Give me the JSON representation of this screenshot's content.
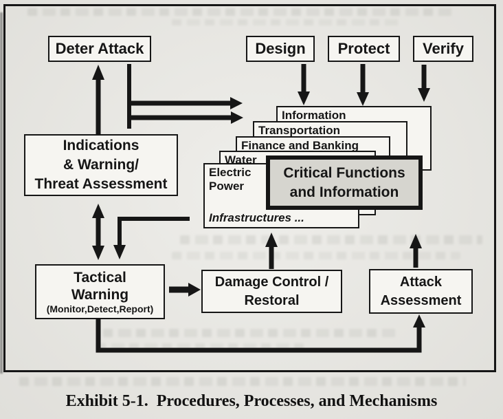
{
  "page": {
    "caption": "Exhibit 5-1.  Procedures, Processes, and Mechanisms"
  },
  "boxes": {
    "deter_attack": "Deter Attack",
    "design": "Design",
    "protect": "Protect",
    "verify": "Verify",
    "indications_warning": {
      "line1": "Indications",
      "line2": "& Warning/",
      "line3": "Threat Assessment"
    },
    "tactical_warning": {
      "line1": "Tactical",
      "line2": "Warning",
      "line3": "(Monitor,Detect,Report)"
    },
    "damage_control": {
      "line1": "Damage Control /",
      "line2": "Restoral"
    },
    "attack_assessment": {
      "line1": "Attack",
      "line2": "Assessment"
    },
    "critical_functions": {
      "line1": "Critical Functions",
      "line2": "and Information"
    }
  },
  "layers": {
    "information": "Information",
    "transportation": "Transportation",
    "finance_banking": "Finance and Banking",
    "water": "Water",
    "electric_line1": "Electric",
    "electric_line2": "Power",
    "infrastructures": "Infrastructures ..."
  },
  "colors": {
    "ink": "#161616",
    "paper": "#e9e8e3",
    "box_fill": "#f6f5f1",
    "critical_fill": "#d6d5cf"
  }
}
